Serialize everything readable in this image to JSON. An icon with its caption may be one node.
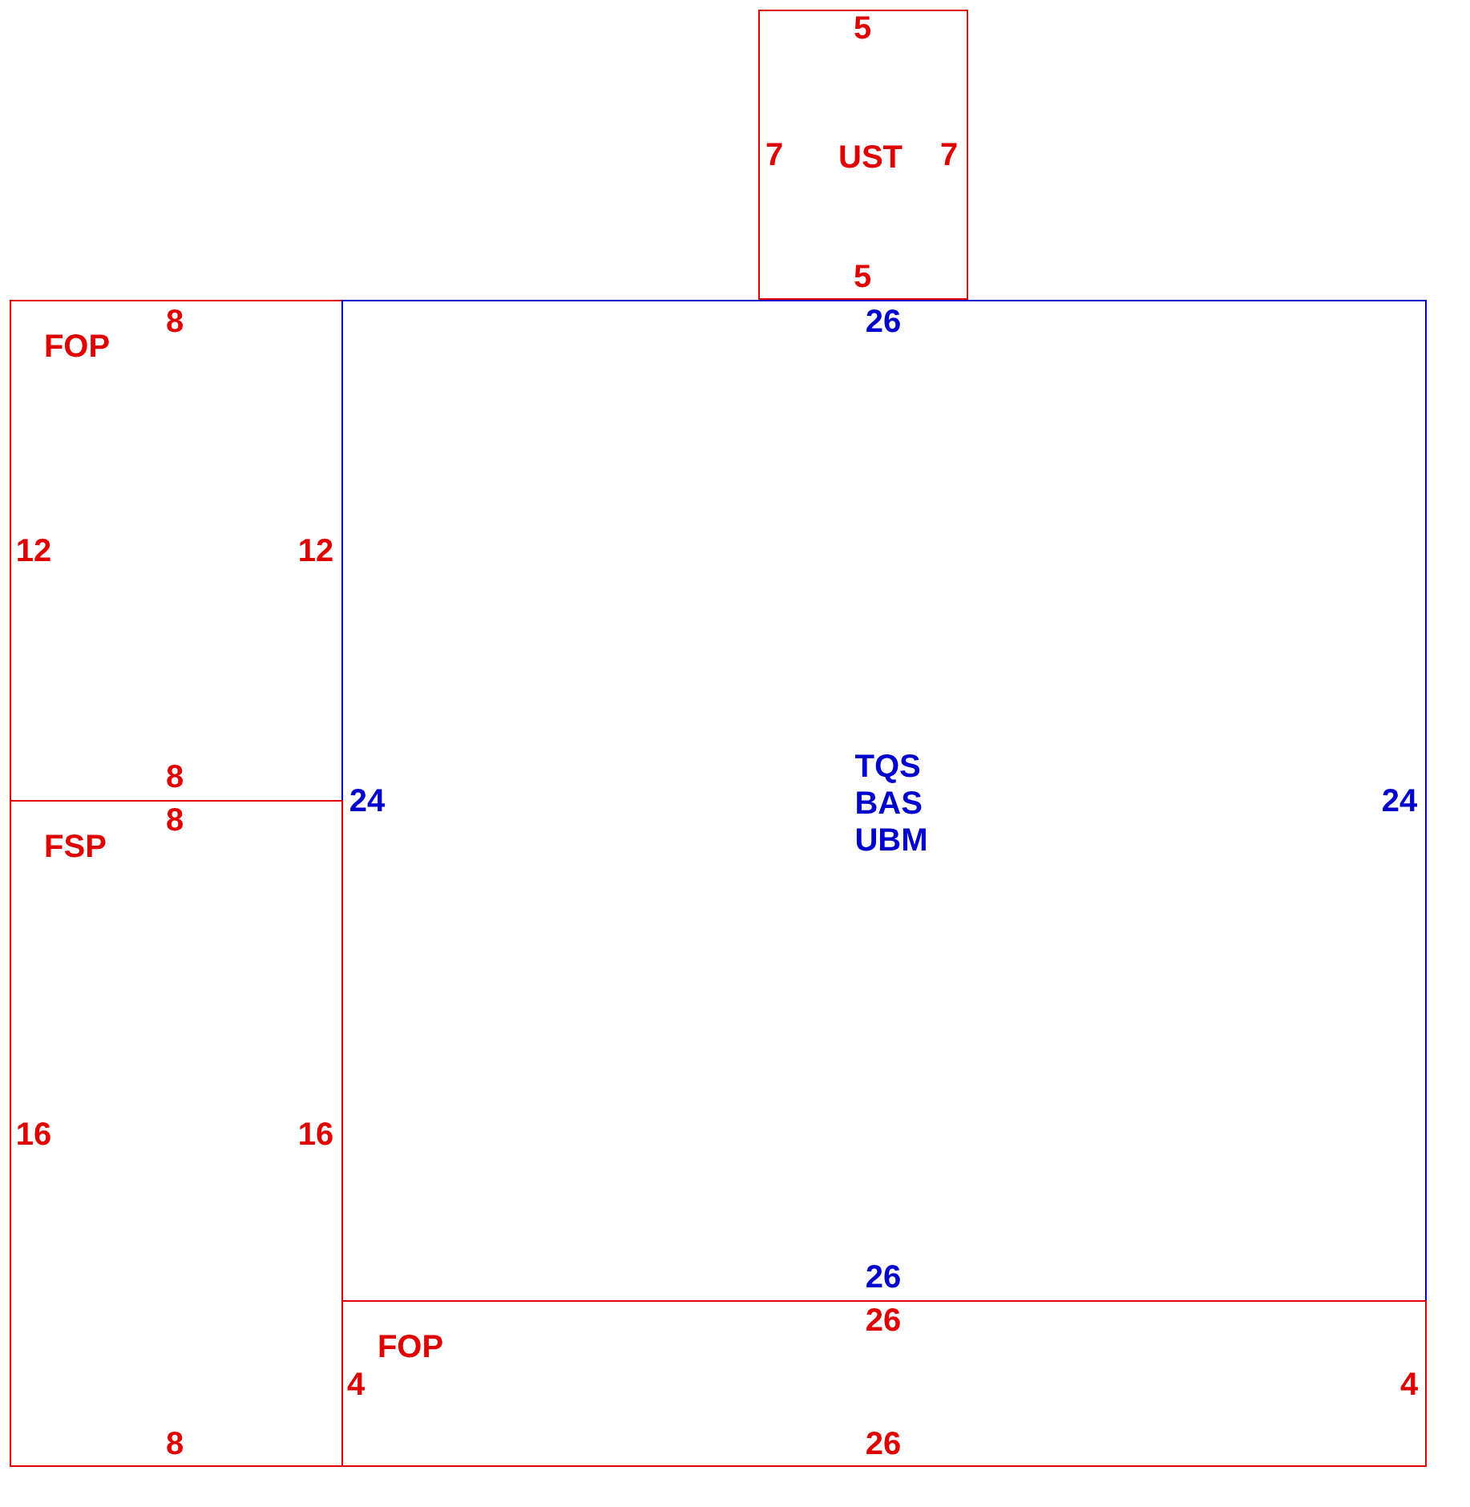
{
  "diagram": {
    "nodes": [
      {
        "text": [
          "UST"
        ]
      },
      {
        "text": [
          "FOP"
        ]
      },
      {
        "text": [
          "TQS BAS UBM"
        ]
      },
      {
        "text": [
          "FSP"
        ]
      },
      {
        "text": [
          "FOP"
        ]
      }
    ],
    "labels": [
      "5",
      "7",
      "7",
      "5",
      "8",
      "26",
      "12",
      "12",
      "8",
      "24",
      "24",
      "8",
      "16",
      "16",
      "26",
      "26",
      "4",
      "4",
      "8",
      "26"
    ]
  }
}
